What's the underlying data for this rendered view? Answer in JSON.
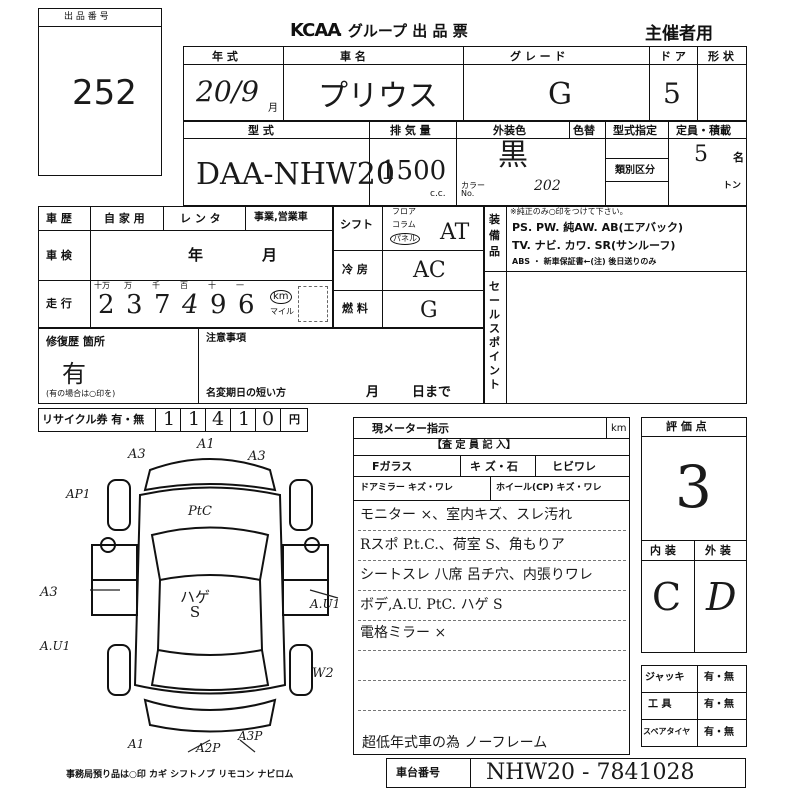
{
  "header": {
    "brand": "KCAA",
    "group_title": ". グループ 出 品 票",
    "host_use": "主催者用",
    "lot_label": "出 品 番 号",
    "lot_number": "252"
  },
  "row1": {
    "year_label": "年 式",
    "name_label": "車 名",
    "grade_label": "グ レ ー ド",
    "doors_label": "ド ア",
    "shape_label": "形 状",
    "year_value": "20/9",
    "month_suffix": "月",
    "car_name": "プリウス",
    "grade_value": "G",
    "doors_value": "5"
  },
  "row2": {
    "model_label": "型 式",
    "displacement_label": "排 気 量",
    "color_label": "外装色",
    "color_change_label": "色替",
    "type_approval_label": "型式指定",
    "capacity_label": "定員・積載",
    "category_label": "類別区分",
    "model_value": "DAA-NHW20",
    "displacement_value": "1500",
    "cc_unit": "c.c.",
    "color_value": "黒",
    "color_no_label": "カラー No.",
    "color_no_value": "202",
    "capacity_value": "5",
    "capacity_unit": "名",
    "ton_unit": "トン"
  },
  "history": {
    "label": "車 歴",
    "options": [
      "自 家 用",
      "レ ン タ",
      "事業,営業車"
    ],
    "shaken_label": "車 検",
    "shaken_year": "年",
    "shaken_month": "月",
    "mileage_label": "走 行",
    "mileage_units": [
      "十万",
      "万",
      "千",
      "百",
      "十",
      "一"
    ],
    "mileage_digits": [
      "2",
      "3",
      "7",
      "4",
      "9",
      "6"
    ],
    "km": "km",
    "mile": "マイル"
  },
  "specs": {
    "shift_label": "シフト",
    "shift_options": [
      "フロア",
      "コラム",
      "パネル"
    ],
    "shift_value": "AT",
    "aircon_label": "冷 房",
    "aircon_value": "AC",
    "fuel_label": "燃 料",
    "fuel_value": "G"
  },
  "equipment": {
    "side_label": "装 備 品",
    "note": "※純正のみ○印をつけて下さい。",
    "line1": "PS. PW. 純AW. AB(エアバック)",
    "line2": "TV. ナビ. カワ. SR(サンルーフ)",
    "line3": "ABS ・ 新車保証書←(注) 後日送りのみ"
  },
  "sales_point_label": "セールスポイント",
  "repair": {
    "label": "修復歴 箇所",
    "value": "有",
    "note": "(有の場合は○印を)"
  },
  "notes": {
    "label": "注意事項",
    "name_change": "名変期日の短い方",
    "month": "月",
    "day_until": "日まで"
  },
  "recycle": {
    "label": "リサイクル券 有・無",
    "digits": [
      "1",
      "1",
      "4",
      "1",
      "0"
    ],
    "yen": "円"
  },
  "inspection": {
    "meter_label": "現メーター指示",
    "km": "km",
    "header": "【査 定 員 記 入】",
    "glass_label": "Fガラス",
    "glass_opts": "キ ズ・石",
    "crack": "ヒビワレ",
    "mirror": "ドアミラー キズ・ワレ",
    "wheel": "ホイール(CP) キズ・ワレ",
    "comments": [
      "モニター ×、室内キズ、スレ汚れ",
      "Rスポ P.t.C.、荷室 S、角もりア",
      "シートスレ 八席 呂チ穴、内張りワレ",
      "ボデ,A.U. PtC. ハゲ S",
      "電格ミラー ×"
    ],
    "footer": "超低年式車の為 ノーフレーム"
  },
  "scores": {
    "label": "評 価 点",
    "overall": "3",
    "interior_label": "内 装",
    "exterior_label": "外 装",
    "interior": "C",
    "exterior": "D"
  },
  "tools": {
    "jack": "ジャッキ",
    "tools": "工 具",
    "spare": "スペアタイヤ",
    "opt": "有・無"
  },
  "diagram": {
    "labels": [
      "A1",
      "A3",
      "A3",
      "AP1",
      "PtC",
      "A3",
      "ハゲ S",
      "A.U1",
      "A.U1",
      "W2",
      "A1",
      "A2P",
      "A3P"
    ]
  },
  "footer": {
    "office_note": "事務局預り品は○印 カギ シフトノブ リモコン ナビロム",
    "chassis_label": "車台番号",
    "chassis_value": "NHW20 - 7841028"
  }
}
